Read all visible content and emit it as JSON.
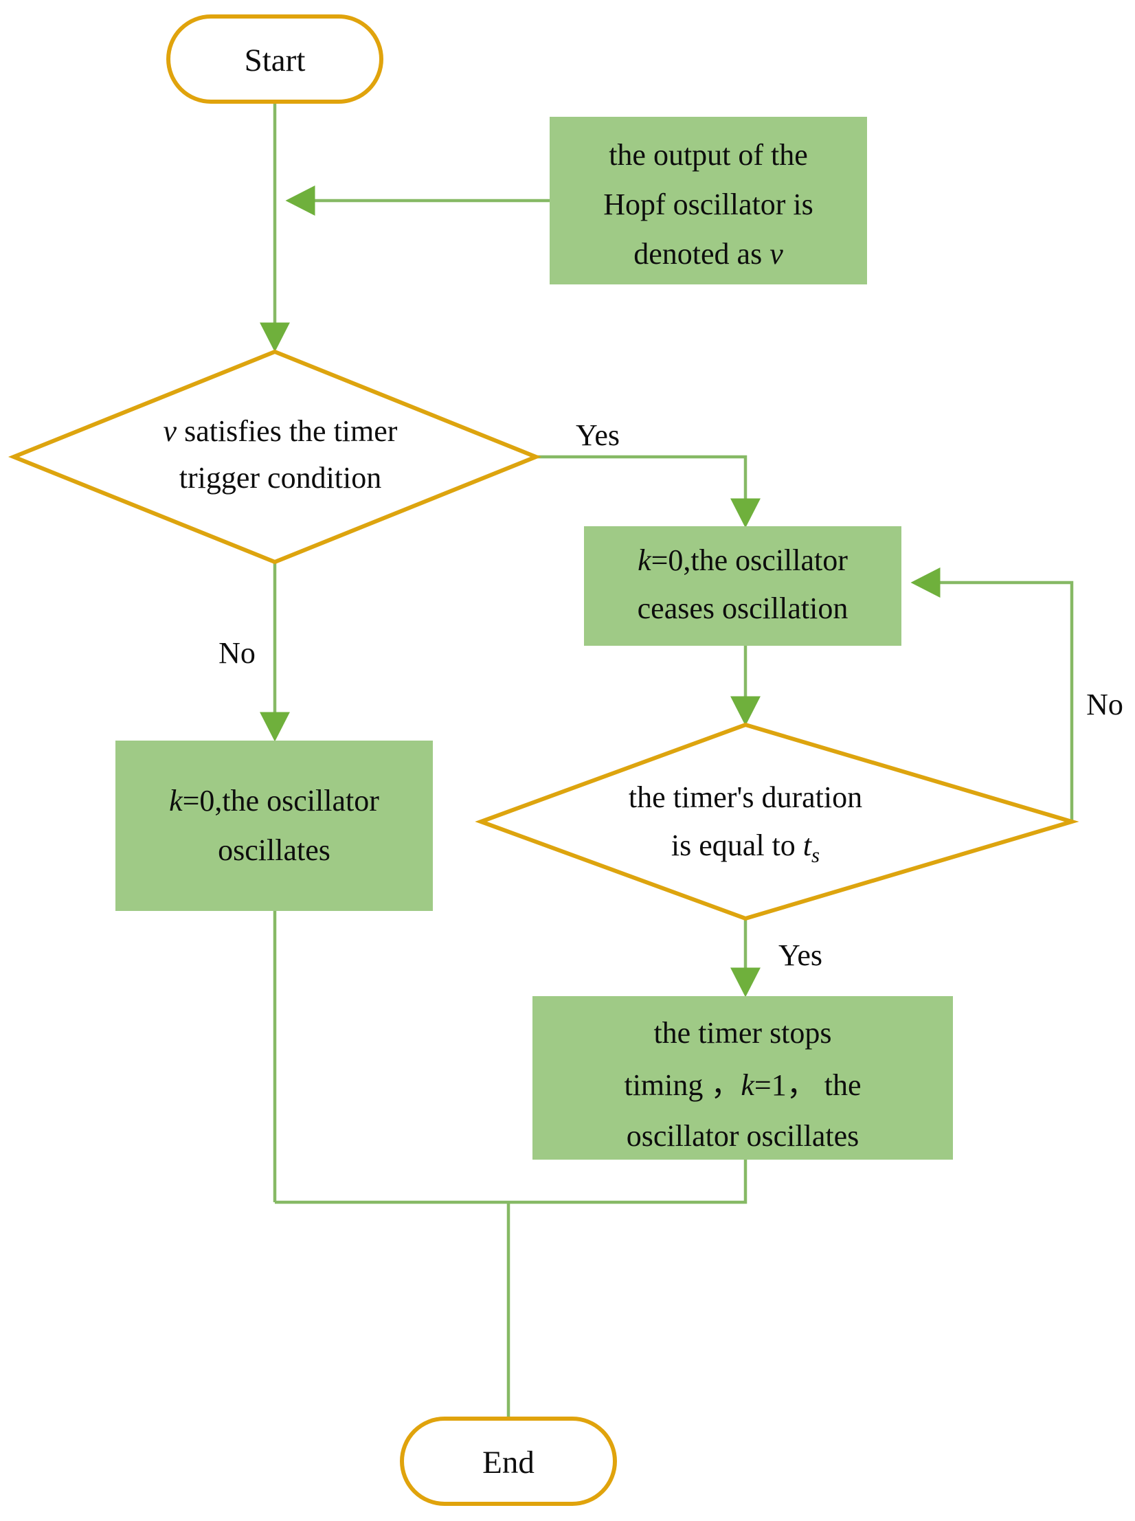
{
  "diagram": {
    "title": "Hopf oscillator timer control flowchart",
    "colors": {
      "terminator_border": "#E0A30C",
      "decision_border": "#DDA40E",
      "process_fill": "#9FCA86",
      "edge_line": "#86B965",
      "arrow_fill": "#6FB03C",
      "text": "#0d0d0d",
      "background": "#FFFFFF"
    },
    "nodes": [
      {
        "id": "start",
        "type": "terminator",
        "label": "Start"
      },
      {
        "id": "note-output",
        "type": "process",
        "lines": [
          "the output of the",
          "Hopf oscillator is",
          "denoted as "
        ],
        "italic_tail": "v"
      },
      {
        "id": "decision-trigger",
        "type": "decision",
        "line1_italic": "v",
        "line1_rest": " satisfies the timer",
        "line2": "trigger condition"
      },
      {
        "id": "proc-ceases",
        "type": "process",
        "line1_italic": "k",
        "line1_rest": "=0,the oscillator",
        "line2": "ceases oscillation"
      },
      {
        "id": "proc-oscillates",
        "type": "process",
        "line1_italic": "k",
        "line1_rest": "=0,the oscillator",
        "line2": "oscillates"
      },
      {
        "id": "decision-duration",
        "type": "decision",
        "line1": "the timer's duration",
        "line2_pre": "is equal to ",
        "line2_italic": "t",
        "line2_sub": "s"
      },
      {
        "id": "proc-stops",
        "type": "process",
        "line1": "the timer stops",
        "line2_pre": "timing ，",
        "line2_italic": "k",
        "line2_post": "=1，  the",
        "line3": "oscillator oscillates"
      },
      {
        "id": "end",
        "type": "terminator",
        "label": "End"
      }
    ],
    "edge_labels": {
      "trigger_yes": "Yes",
      "trigger_no": "No",
      "duration_no": "No",
      "duration_yes": "Yes"
    }
  }
}
